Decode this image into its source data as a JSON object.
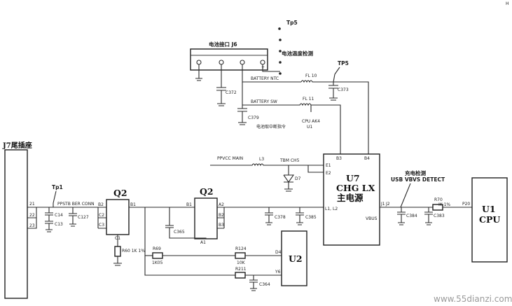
{
  "corner_mark": "H",
  "components": {
    "tp5": "Tp5",
    "battery_connector": "电池接口 J6",
    "battery_temp_detect": "电池温度检测",
    "fl10": "FL 10",
    "tp5_right": "TP5",
    "battery_ntc": "BATTERY NTC",
    "c372": "C372",
    "c373": "C373",
    "battery_sw": "BATTERY SW",
    "fl11": "FL 11",
    "c379": "C379",
    "battery_interrupt": "电池取中断指令",
    "cpu_ak4": "CPU AK4",
    "u1_small": "U1",
    "tail_socket": "J7尾插座",
    "tp1": "Tp1",
    "ppstb_conn": "PPSTB BER CONN",
    "j7_pin1": "21",
    "j7_pin2": "22",
    "j7_pin3": "23",
    "c14": "C14",
    "c13": "C13",
    "c127": "C127",
    "q2_left": "Q2",
    "q2_right": "Q2",
    "q2l_b2": "B2",
    "q2l_c2": "C2",
    "q2l_c3": "C3",
    "q2l_b1": "B1",
    "q2l_c1": "C1",
    "q2r_b1": "B1",
    "q2r_a2": "A2",
    "q2r_b2": "B2",
    "q2r_b3": "B3",
    "q2r_a1": "A1",
    "r60_val": "R60\n1K 1%",
    "c365": "C365",
    "r69": "R69",
    "r69_val": "1K05",
    "r124": "R124",
    "r124_val": "10K",
    "r211": "R211",
    "c364": "C364",
    "ppvcc_main": "PPVCC MAIN",
    "l3": "L3",
    "tbm": "TBM CH5",
    "d7": "D7",
    "c378": "C378",
    "c385": "C385",
    "u7_pin_b3": "B3",
    "u7_pin_b4": "B4",
    "u7_pin_e1": "E1",
    "u7_pin_e2": "E2",
    "u7_pin_l1l2": "L1, L2",
    "u7_pin_j1": "J1",
    "u7_pin_vbus": "VBUS",
    "u7_name": "U7",
    "u7_part": "CHG LX",
    "u7_desc": "主电源",
    "u2_name": "U2",
    "u2_pin_d4": "D4",
    "u2_pin_y6": "Y6",
    "charge_detect": "充电检测",
    "usb_vbus": "USB VBVS DETECT",
    "j2": "J2",
    "c384": "C384",
    "c383": "C383",
    "r70": "R70",
    "r70_val": "IK 1%",
    "p20": "P20",
    "u1_name": "U1",
    "u1_desc": "CPU"
  },
  "watermark": "www.55dianzi.com"
}
